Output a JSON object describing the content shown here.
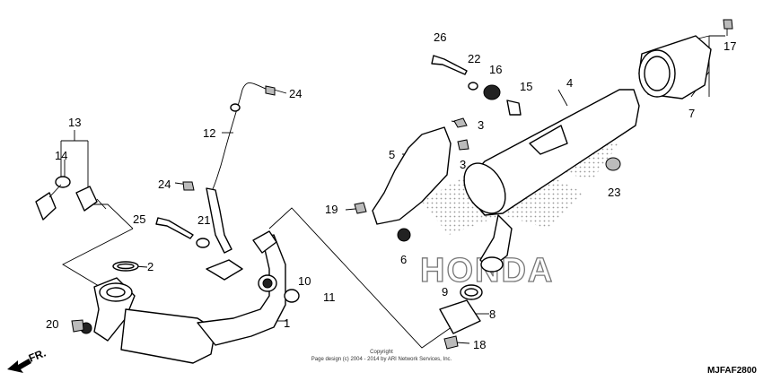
{
  "labels": {
    "p1": "1",
    "p2": "2",
    "p3a": "3",
    "p3b": "3",
    "p4": "4",
    "p5": "5",
    "p6": "6",
    "p7": "7",
    "p8": "8",
    "p9": "9",
    "p10": "10",
    "p11": "11",
    "p12": "12",
    "p13": "13",
    "p14": "14",
    "p15": "15",
    "p16": "16",
    "p17": "17",
    "p18": "18",
    "p19": "19",
    "p20": "20",
    "p21": "21",
    "p22": "22",
    "p23": "23",
    "p24a": "24",
    "p24b": "24",
    "p25": "25",
    "p26": "26"
  },
  "watermark": "HONDA",
  "copyright": {
    "line1": "Copyright",
    "line2": "Page design (c) 2004 - 2014 by ARI Network Services, Inc."
  },
  "diagram_code": "MJFAF2800",
  "direction": "FR.",
  "colors": {
    "ink": "#000000",
    "background": "#ffffff",
    "watermark_stroke": "#777777"
  }
}
